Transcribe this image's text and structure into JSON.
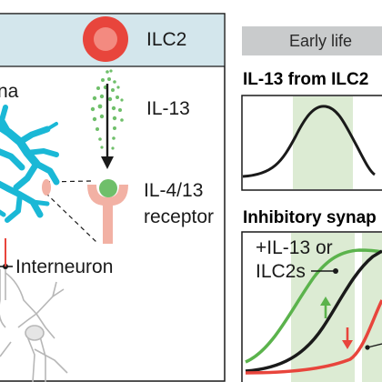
{
  "left_panel": {
    "ilc2_label": "ILC2",
    "il13_label": "IL-13",
    "receptor_label_line1": "IL-4/13",
    "receptor_label_line2": "receptor",
    "interneuron_label": "Interneuron",
    "cropped_word": "na"
  },
  "right_panel": {
    "tab_label": "Early life",
    "chart1_title": "IL-13 from ILC2",
    "chart2_title": "Inhibitory synap",
    "treatment_label_line1": "+IL-13 or",
    "treatment_label_line2": "ILC2s"
  },
  "colors": {
    "ilc2_red": "#e8453c",
    "astrocyte_blue": "#1ab8d6",
    "header_band": "#d3e6ec",
    "green_shading": "#dcebd3",
    "green_curve": "#5bb34c",
    "red_curve": "#e8453c",
    "receptor_pink": "#f2b1a4",
    "tab_gray": "#c9cbcc"
  },
  "icons": [
    "ilc2-cell-icon",
    "il13-particles-icon",
    "receptor-icon",
    "astrocyte-icon",
    "interneuron-icon",
    "up-arrow-icon",
    "down-arrow-icon"
  ]
}
